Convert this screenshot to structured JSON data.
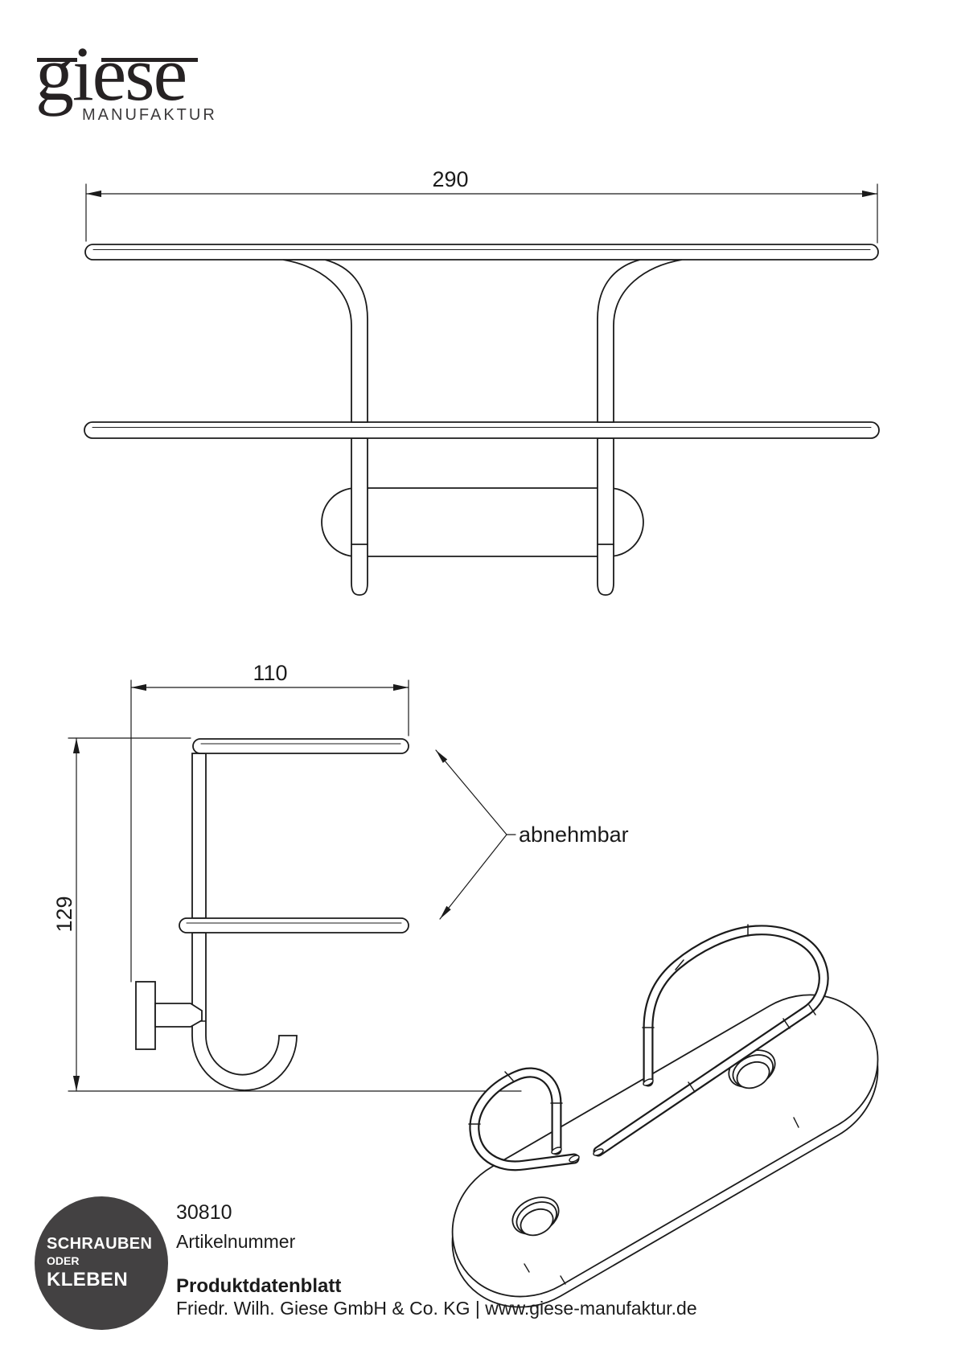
{
  "logo": {
    "brand": "giese",
    "subtitle": "MANUFAKTUR"
  },
  "front_view": {
    "width_dim": "290"
  },
  "side_view": {
    "depth_dim": "110",
    "height_dim": "129",
    "callout_label": "abnehmbar"
  },
  "badge": {
    "line1": "SCHRAUBEN",
    "line2": "ODER",
    "line3": "KLEBEN"
  },
  "footer": {
    "article_number": "30810",
    "article_number_label": "Artikelnummer",
    "document_title": "Produktdatenblatt",
    "company_line": "Friedr. Wilh. Giese GmbH & Co. KG | www.giese-manufaktur.de"
  },
  "colors": {
    "line": "#1b1b1b",
    "badge_bg": "#434142",
    "badge_fg": "#ffffff"
  }
}
